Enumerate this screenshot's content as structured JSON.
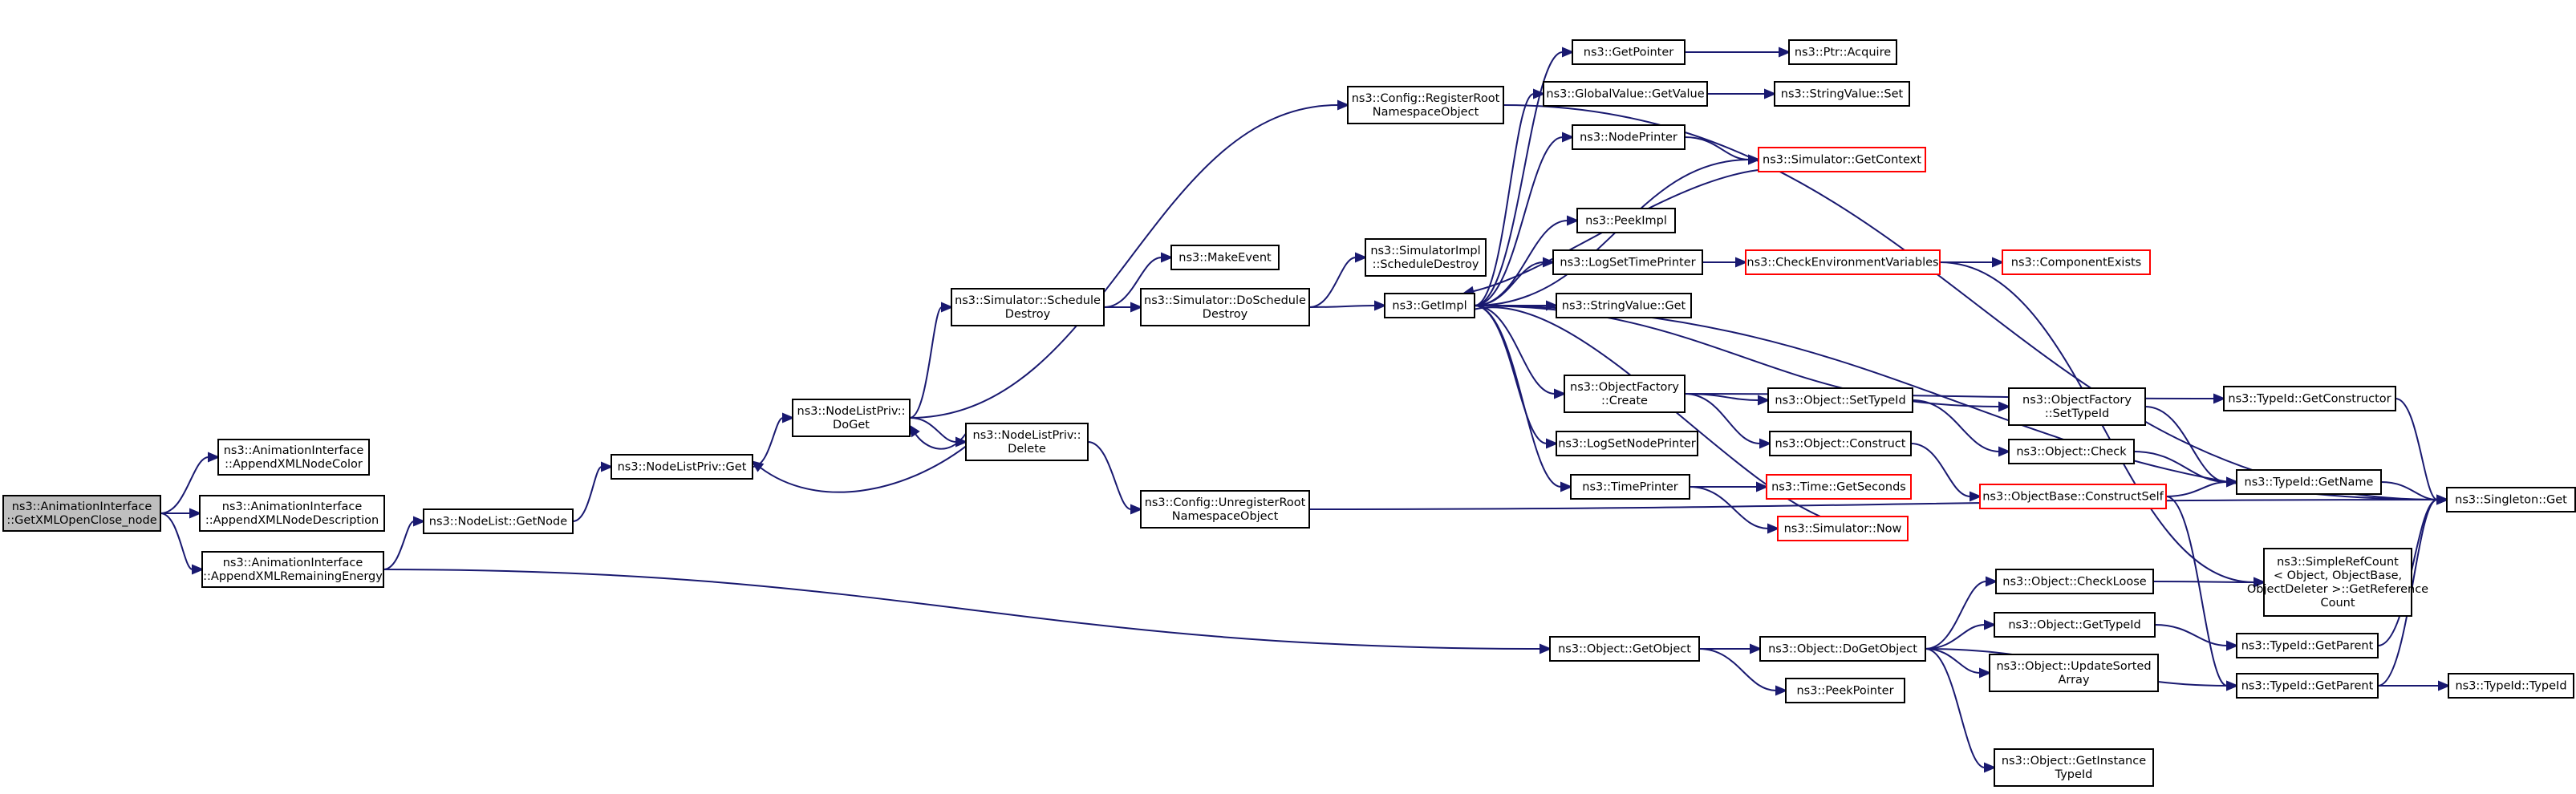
{
  "graph": {
    "colors": {
      "edge": "#191970",
      "node_border": "#000000",
      "truncated_border": "#ff0000",
      "focus_fill": "#bfbfbf",
      "node_fill": "#ffffff"
    },
    "nodes": [
      {
        "id": "root",
        "lines": [
          "ns3::AnimationInterface",
          "::GetXMLOpenClose_node"
        ],
        "focus": true
      },
      {
        "id": "appendColor",
        "lines": [
          "ns3::AnimationInterface",
          "::AppendXMLNodeColor"
        ]
      },
      {
        "id": "appendDesc",
        "lines": [
          "ns3::AnimationInterface",
          "::AppendXMLNodeDescription"
        ]
      },
      {
        "id": "appendEnergy",
        "lines": [
          "ns3::AnimationInterface",
          "::AppendXMLRemainingEnergy"
        ]
      },
      {
        "id": "nodeListGetNode",
        "lines": [
          "ns3::NodeList::GetNode"
        ]
      },
      {
        "id": "privGet",
        "lines": [
          "ns3::NodeListPriv::Get"
        ]
      },
      {
        "id": "privDoGet",
        "lines": [
          "ns3::NodeListPriv::",
          "DoGet"
        ]
      },
      {
        "id": "privDelete",
        "lines": [
          "ns3::NodeListPriv::",
          "Delete"
        ]
      },
      {
        "id": "schedDestroy",
        "lines": [
          "ns3::Simulator::Schedule",
          "Destroy"
        ]
      },
      {
        "id": "makeEvent",
        "lines": [
          "ns3::MakeEvent"
        ]
      },
      {
        "id": "doSchedDestroy",
        "lines": [
          "ns3::Simulator::DoSchedule",
          "Destroy"
        ]
      },
      {
        "id": "simImplSched",
        "lines": [
          "ns3::SimulatorImpl",
          "::ScheduleDestroy"
        ]
      },
      {
        "id": "registerRoot",
        "lines": [
          "ns3::Config::RegisterRoot",
          "NamespaceObject"
        ]
      },
      {
        "id": "unregisterRoot",
        "lines": [
          "ns3::Config::UnregisterRoot",
          "NamespaceObject"
        ]
      },
      {
        "id": "getImpl",
        "lines": [
          "ns3::GetImpl"
        ]
      },
      {
        "id": "getPointer",
        "lines": [
          "ns3::GetPointer"
        ]
      },
      {
        "id": "ptrAcquire",
        "lines": [
          "ns3::Ptr::Acquire"
        ]
      },
      {
        "id": "gvGetValue",
        "lines": [
          "ns3::GlobalValue::GetValue"
        ]
      },
      {
        "id": "svSet",
        "lines": [
          "ns3::StringValue::Set"
        ]
      },
      {
        "id": "nodePrinter",
        "lines": [
          "ns3::NodePrinter"
        ]
      },
      {
        "id": "simGetContext",
        "lines": [
          "ns3::Simulator::GetContext"
        ],
        "truncated": true
      },
      {
        "id": "peekImpl",
        "lines": [
          "ns3::PeekImpl"
        ]
      },
      {
        "id": "logSetTimePrinter",
        "lines": [
          "ns3::LogSetTimePrinter"
        ]
      },
      {
        "id": "checkEnvVars",
        "lines": [
          "ns3::CheckEnvironmentVariables"
        ],
        "truncated": true
      },
      {
        "id": "componentExists",
        "lines": [
          "ns3::ComponentExists"
        ],
        "truncated": true
      },
      {
        "id": "svGet",
        "lines": [
          "ns3::StringValue::Get"
        ]
      },
      {
        "id": "ofCreate",
        "lines": [
          "ns3::ObjectFactory",
          "::Create"
        ]
      },
      {
        "id": "objSetTypeId",
        "lines": [
          "ns3::Object::SetTypeId"
        ]
      },
      {
        "id": "ofSetTypeId",
        "lines": [
          "ns3::ObjectFactory",
          "::SetTypeId"
        ]
      },
      {
        "id": "tidGetConstructor",
        "lines": [
          "ns3::TypeId::GetConstructor"
        ]
      },
      {
        "id": "logSetNodePrinter",
        "lines": [
          "ns3::LogSetNodePrinter"
        ]
      },
      {
        "id": "objConstruct",
        "lines": [
          "ns3::Object::Construct"
        ]
      },
      {
        "id": "objCheck",
        "lines": [
          "ns3::Object::Check"
        ]
      },
      {
        "id": "objBaseConstructSelf",
        "lines": [
          "ns3::ObjectBase::ConstructSelf"
        ],
        "truncated": true
      },
      {
        "id": "tidGetName",
        "lines": [
          "ns3::TypeId::GetName"
        ]
      },
      {
        "id": "singletonGet",
        "lines": [
          "ns3::Singleton::Get"
        ]
      },
      {
        "id": "timePrinter",
        "lines": [
          "ns3::TimePrinter"
        ]
      },
      {
        "id": "timeGetSeconds",
        "lines": [
          "ns3::Time::GetSeconds"
        ],
        "truncated": true
      },
      {
        "id": "simNow",
        "lines": [
          "ns3::Simulator::Now"
        ],
        "truncated": true
      },
      {
        "id": "srcGetRef",
        "lines": [
          "ns3::SimpleRefCount",
          "< Object, ObjectBase,",
          " ObjectDeleter >::GetReference",
          "Count"
        ]
      },
      {
        "id": "objCheckLoose",
        "lines": [
          "ns3::Object::CheckLoose"
        ]
      },
      {
        "id": "objGetObject",
        "lines": [
          "ns3::Object::GetObject"
        ]
      },
      {
        "id": "objDoGetObject",
        "lines": [
          "ns3::Object::DoGetObject"
        ]
      },
      {
        "id": "objGetTypeId",
        "lines": [
          "ns3::Object::GetTypeId"
        ]
      },
      {
        "id": "tidGetParent",
        "lines": [
          "ns3::TypeId::GetParent"
        ]
      },
      {
        "id": "objUpdateSorted",
        "lines": [
          "ns3::Object::UpdateSorted",
          "Array"
        ]
      },
      {
        "id": "peekPointer",
        "lines": [
          "ns3::PeekPointer"
        ]
      },
      {
        "id": "tidGetParent2",
        "lines": [
          "ns3::TypeId::GetParent"
        ]
      },
      {
        "id": "tidTypeId",
        "lines": [
          "ns3::TypeId::TypeId"
        ]
      },
      {
        "id": "objGetInstanceTid",
        "lines": [
          "ns3::Object::GetInstance",
          "TypeId"
        ]
      }
    ],
    "edges": [
      [
        "root",
        "appendColor"
      ],
      [
        "root",
        "appendDesc"
      ],
      [
        "root",
        "appendEnergy"
      ],
      [
        "appendEnergy",
        "nodeListGetNode"
      ],
      [
        "appendEnergy",
        "objGetObject"
      ],
      [
        "nodeListGetNode",
        "privGet"
      ],
      [
        "privGet",
        "privDoGet"
      ],
      [
        "privDoGet",
        "schedDestroy"
      ],
      [
        "privDoGet",
        "registerRoot"
      ],
      [
        "privDoGet",
        "privDelete"
      ],
      [
        "privDelete",
        "privGet"
      ],
      [
        "privDelete",
        "privDoGet"
      ],
      [
        "privDelete",
        "unregisterRoot"
      ],
      [
        "schedDestroy",
        "makeEvent"
      ],
      [
        "schedDestroy",
        "doSchedDestroy"
      ],
      [
        "doSchedDestroy",
        "simImplSched"
      ],
      [
        "doSchedDestroy",
        "getImpl"
      ],
      [
        "registerRoot",
        "singletonGet"
      ],
      [
        "unregisterRoot",
        "singletonGet"
      ],
      [
        "getImpl",
        "getPointer"
      ],
      [
        "getImpl",
        "gvGetValue"
      ],
      [
        "getImpl",
        "nodePrinter"
      ],
      [
        "getImpl",
        "simGetContext"
      ],
      [
        "getImpl",
        "peekImpl"
      ],
      [
        "getImpl",
        "logSetTimePrinter"
      ],
      [
        "getImpl",
        "svGet"
      ],
      [
        "getImpl",
        "ofCreate"
      ],
      [
        "getImpl",
        "ofSetTypeId"
      ],
      [
        "getImpl",
        "logSetNodePrinter"
      ],
      [
        "getImpl",
        "timePrinter"
      ],
      [
        "getImpl",
        "singletonGet"
      ],
      [
        "getPointer",
        "ptrAcquire"
      ],
      [
        "gvGetValue",
        "svSet"
      ],
      [
        "nodePrinter",
        "simGetContext"
      ],
      [
        "logSetTimePrinter",
        "checkEnvVars"
      ],
      [
        "checkEnvVars",
        "componentExists"
      ],
      [
        "checkEnvVars",
        "srcGetRef"
      ],
      [
        "ofCreate",
        "objSetTypeId"
      ],
      [
        "ofCreate",
        "objConstruct"
      ],
      [
        "ofCreate",
        "tidGetConstructor"
      ],
      [
        "objSetTypeId",
        "objCheck"
      ],
      [
        "objConstruct",
        "objBaseConstructSelf"
      ],
      [
        "objCheck",
        "tidGetName"
      ],
      [
        "ofSetTypeId",
        "tidGetName"
      ],
      [
        "tidGetConstructor",
        "singletonGet"
      ],
      [
        "tidGetName",
        "singletonGet"
      ],
      [
        "objBaseConstructSelf",
        "tidGetName"
      ],
      [
        "objBaseConstructSelf",
        "tidGetParent2"
      ],
      [
        "timePrinter",
        "timeGetSeconds"
      ],
      [
        "timePrinter",
        "simNow"
      ],
      [
        "simNow",
        "getImpl"
      ],
      [
        "simGetContext",
        "getImpl"
      ],
      [
        "objGetObject",
        "objDoGetObject"
      ],
      [
        "objGetObject",
        "peekPointer"
      ],
      [
        "objDoGetObject",
        "objCheckLoose"
      ],
      [
        "objDoGetObject",
        "objGetTypeId"
      ],
      [
        "objDoGetObject",
        "objUpdateSorted"
      ],
      [
        "objDoGetObject",
        "objGetInstanceTid"
      ],
      [
        "objDoGetObject",
        "tidGetParent2"
      ],
      [
        "objCheckLoose",
        "srcGetRef"
      ],
      [
        "objGetTypeId",
        "tidGetParent"
      ],
      [
        "tidGetParent",
        "singletonGet"
      ],
      [
        "tidGetParent2",
        "singletonGet"
      ],
      [
        "tidGetParent2",
        "tidTypeId"
      ]
    ]
  }
}
